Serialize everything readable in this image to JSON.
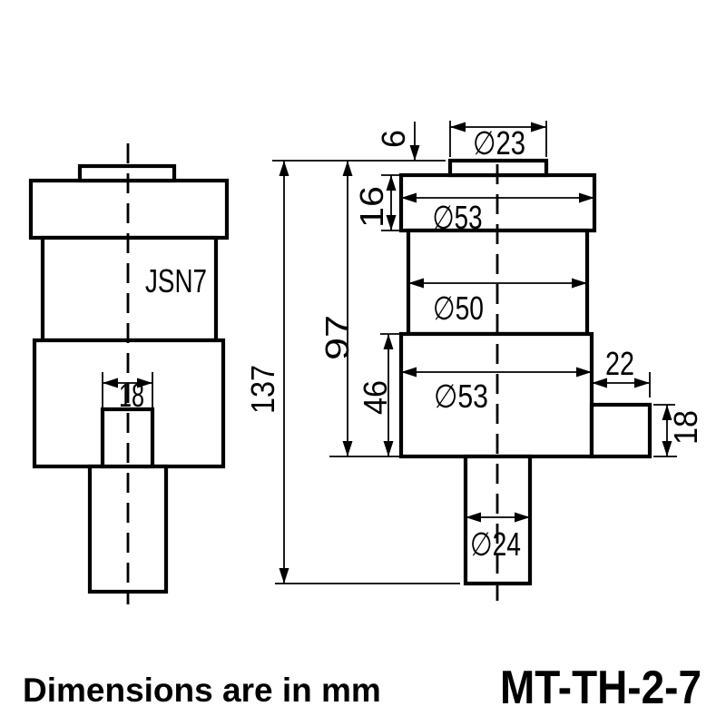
{
  "drawing": {
    "units_note": "Dimensions are in mm",
    "part_number": "MT-TH-2-7",
    "left_view": {
      "body_label": "JSN7",
      "slot_width": "18"
    },
    "right_view": {
      "top_boss_dia": "∅23",
      "top_boss_height": "6",
      "top_flange_dia": "∅53",
      "top_flange_height": "16",
      "body_dia": "∅50",
      "upper_height": "97",
      "overall_height": "137",
      "lower_flange_dia": "∅53",
      "lower_flange_height": "46",
      "tab_width": "22",
      "tab_height": "18",
      "shaft_dia": "∅24"
    },
    "colors": {
      "line": "#000000",
      "background": "#ffffff"
    }
  }
}
